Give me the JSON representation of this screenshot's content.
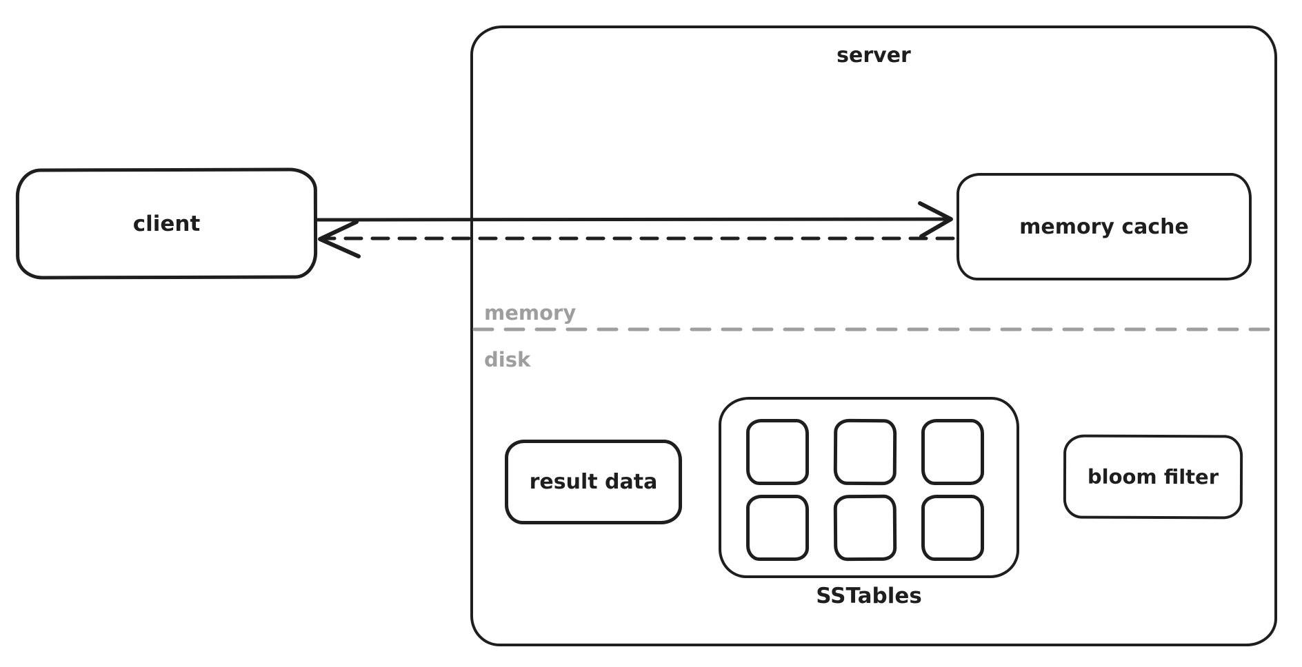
{
  "diagram": {
    "colors": {
      "stroke": "#1e1e1e",
      "muted": "#9e9e9e",
      "background": "#ffffff"
    },
    "nodes": {
      "client": {
        "label": "client"
      },
      "server": {
        "label": "server"
      },
      "memory_cache": {
        "label": "memory cache"
      },
      "result_data": {
        "label": "result data"
      },
      "sstables": {
        "label": "SSTables",
        "cell_count": 6,
        "grid": "2x3"
      },
      "bloom_filter": {
        "label": "bloom filter"
      }
    },
    "zones": {
      "memory_label": "memory",
      "disk_label": "disk"
    },
    "edges": [
      {
        "name": "request-arrow",
        "from": "client",
        "to": "memory_cache",
        "style": "solid",
        "direction": "right"
      },
      {
        "name": "response-arrow",
        "from": "memory_cache",
        "to": "client",
        "style": "dashed",
        "direction": "left"
      }
    ]
  }
}
